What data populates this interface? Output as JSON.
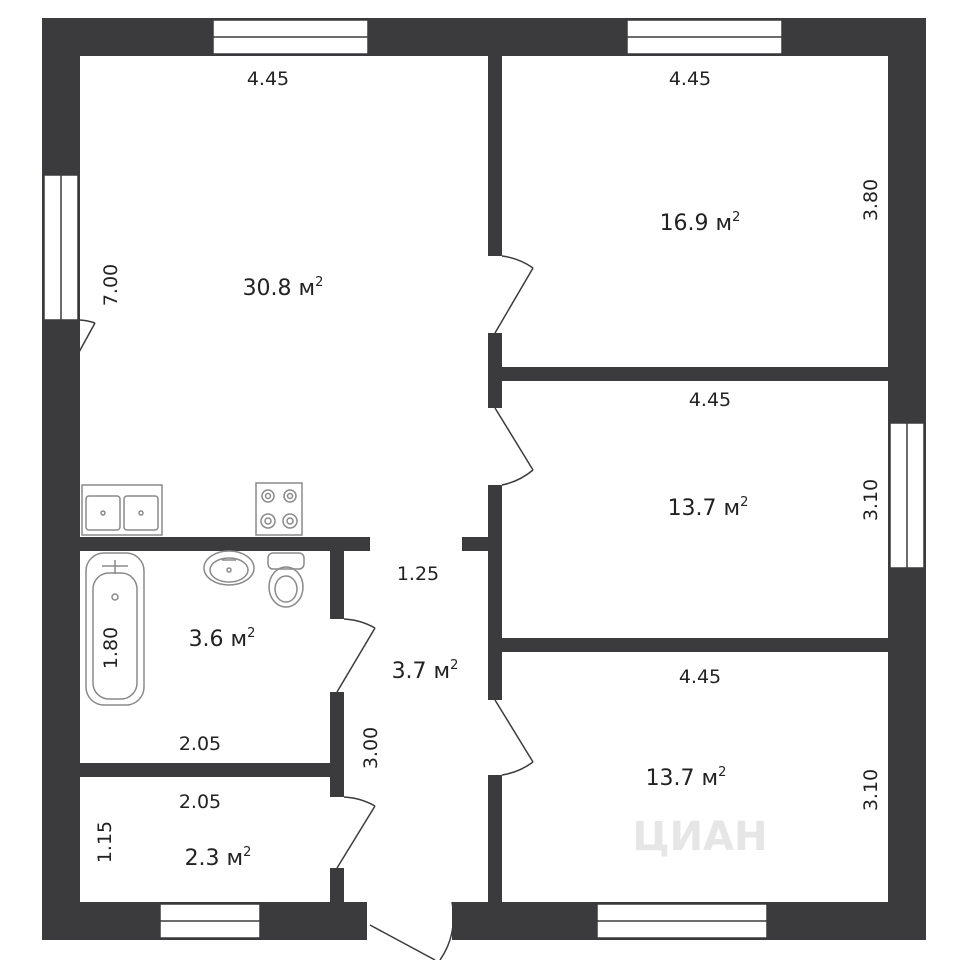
{
  "colors": {
    "wall": "#3b3b3d",
    "window": "#ffffff",
    "fixture": "#8a8a8a",
    "text": "#222222"
  },
  "watermark": "ЦИАН",
  "rooms": {
    "living": {
      "area": "30.8 м",
      "width": "4.45",
      "height": "7.00"
    },
    "bedroom1": {
      "area": "16.9 м",
      "width": "4.45",
      "height": "3.80"
    },
    "bedroom2": {
      "area": "13.7 м",
      "width": "4.45",
      "height": "3.10"
    },
    "bedroom3": {
      "area": "13.7 м",
      "width": "4.45",
      "height": "3.10"
    },
    "bathroom": {
      "area": "3.6 м",
      "width": "2.05",
      "height": "1.80"
    },
    "hall": {
      "area": "3.7 м",
      "width": "1.25",
      "height": "3.00"
    },
    "storage": {
      "area": "2.3 м",
      "width": "2.05",
      "height": "1.15"
    }
  },
  "fixtures": [
    "sink-double",
    "stove",
    "bathtub",
    "washbasin",
    "toilet"
  ]
}
